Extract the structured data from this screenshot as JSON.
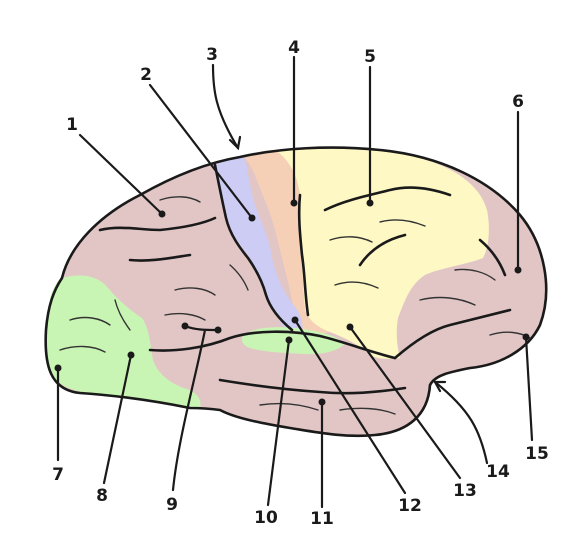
{
  "labels": [
    "1",
    "2",
    "3",
    "4",
    "5",
    "6",
    "7",
    "8",
    "9",
    "10",
    "11",
    "12",
    "13",
    "14",
    "15"
  ],
  "colors": {
    "outline": "#1a1a1a",
    "base_region": "#e2c6c6",
    "prefrontal_green": "#c9f5b4",
    "insula_green": "#c9f5b4",
    "precentral_blue": "#ccccf5",
    "postcentral_peach": "#f5cfb6",
    "parietal_yellow": "#fdf8c4"
  }
}
